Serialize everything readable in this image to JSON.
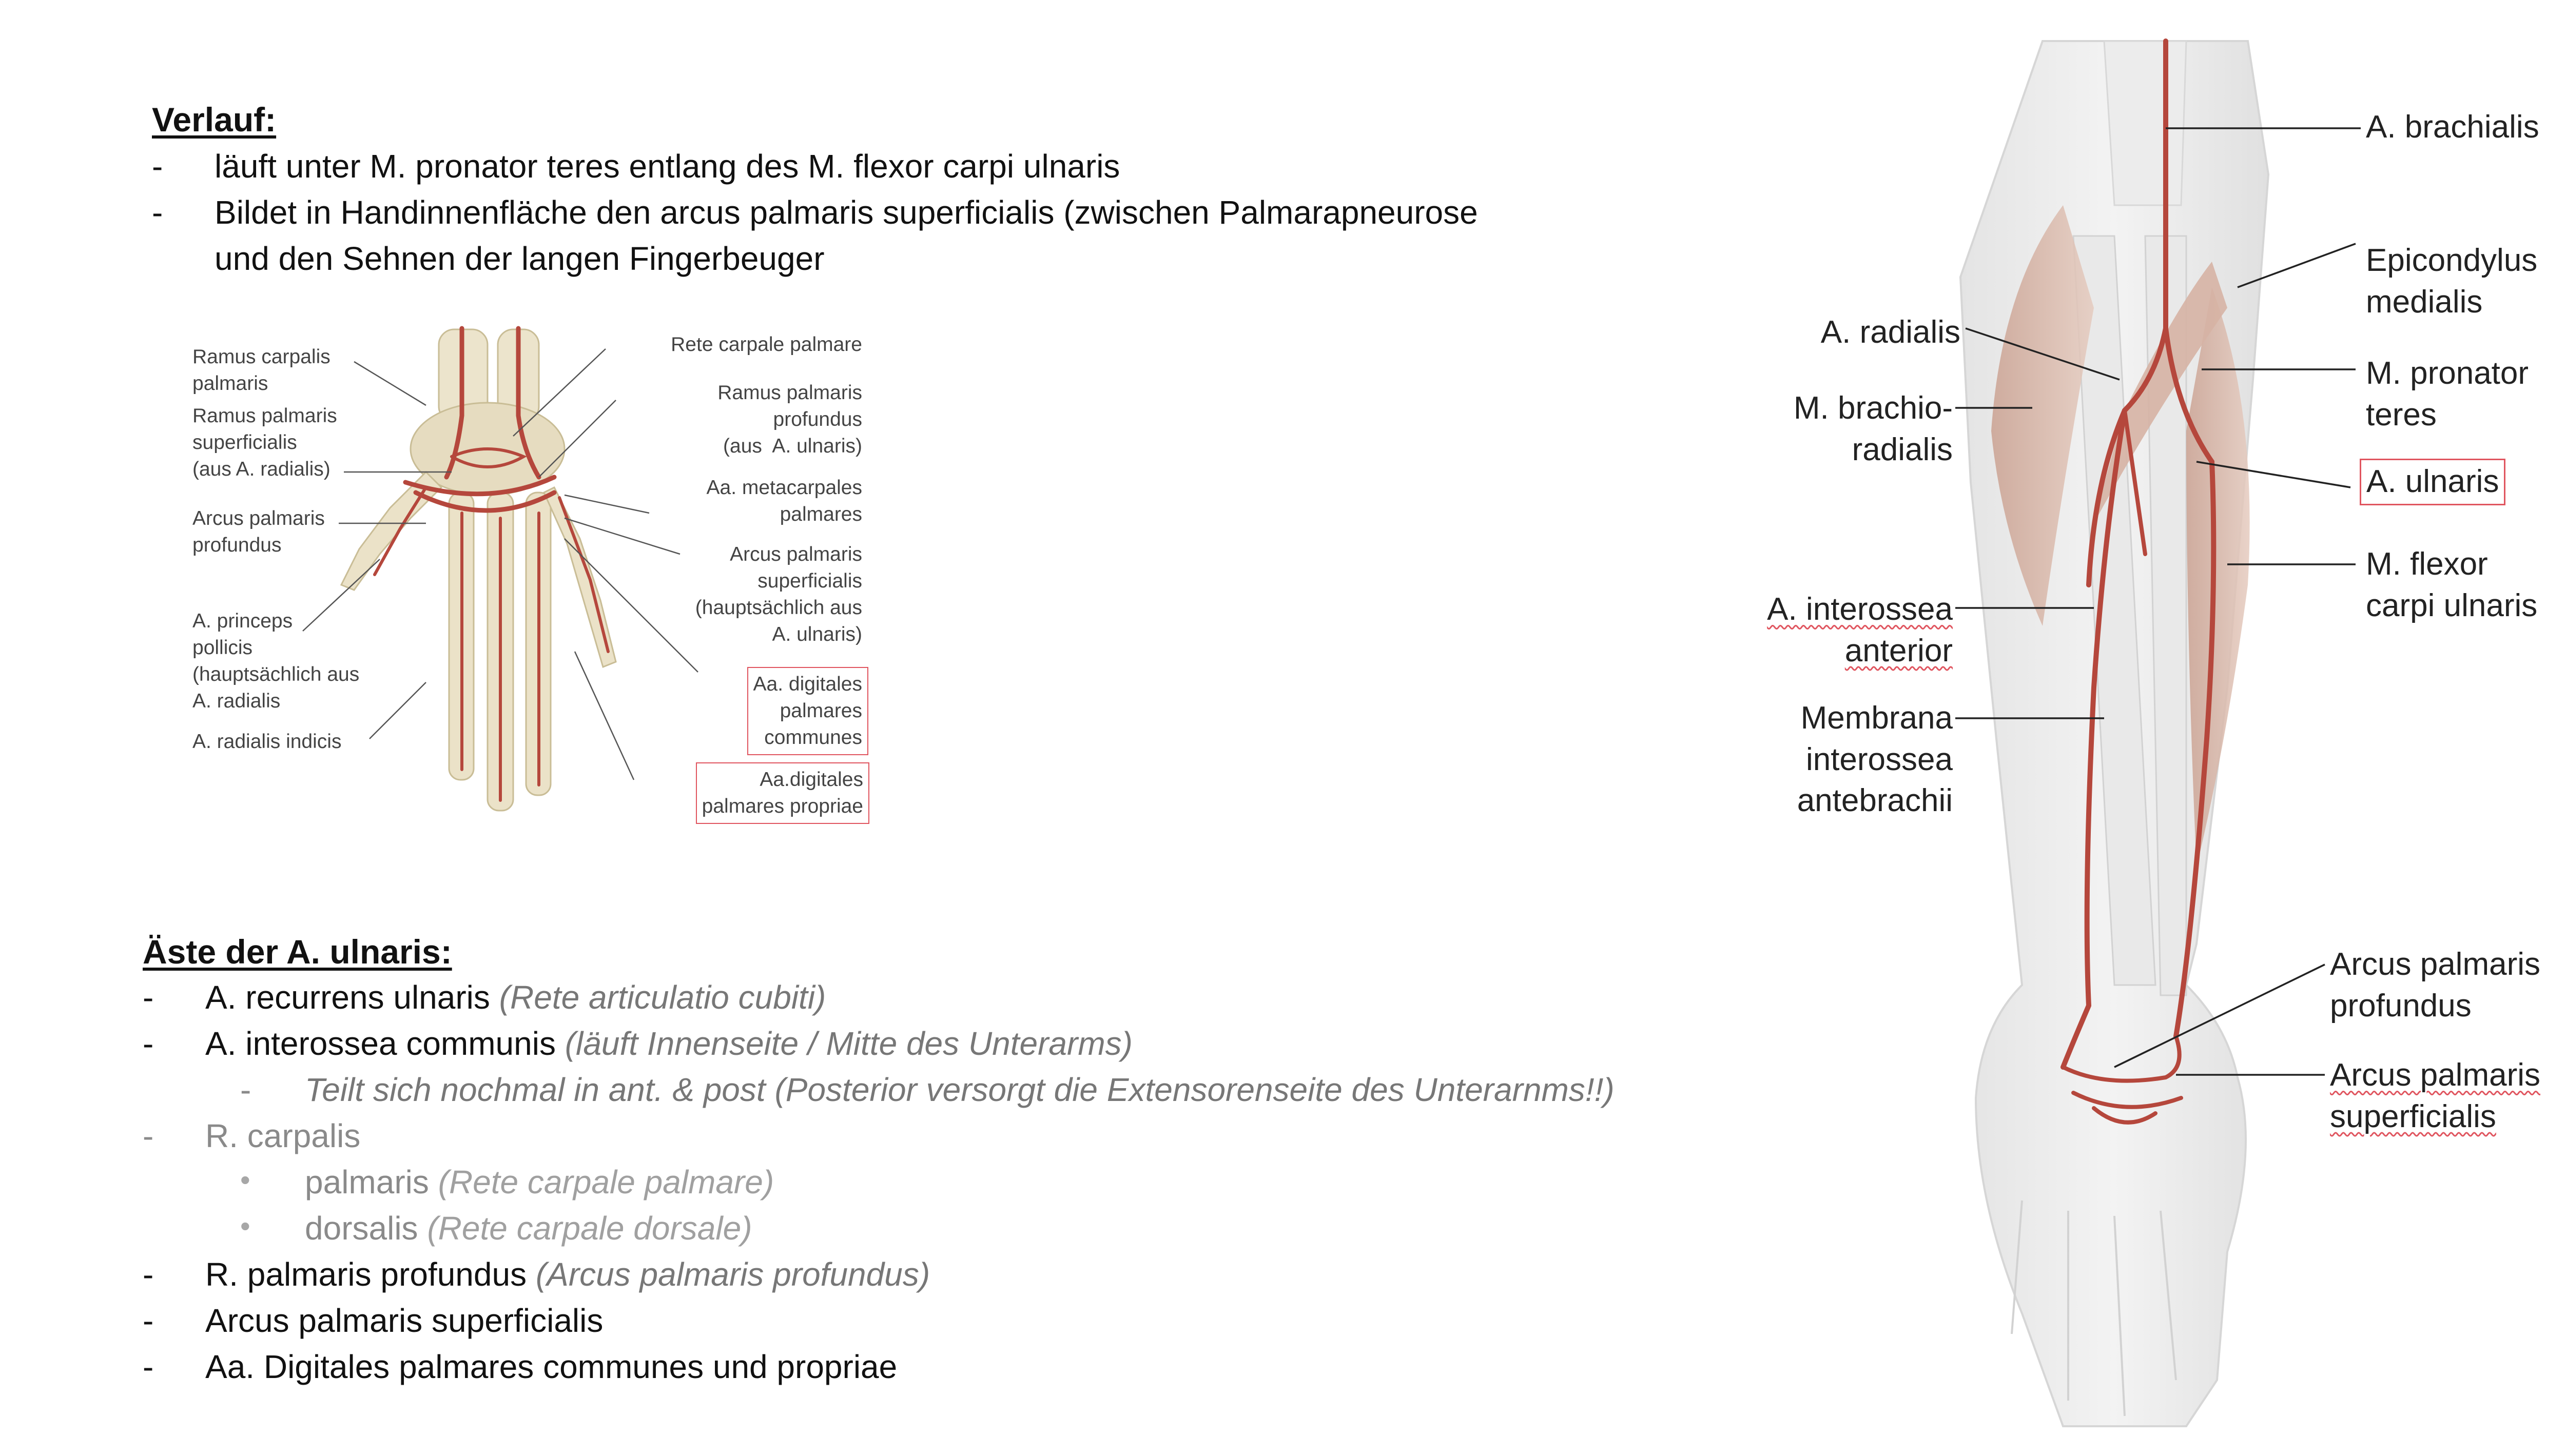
{
  "verlauf": {
    "heading": "Verlauf:",
    "items": [
      "läuft unter M. pronator teres entlang des M. flexor carpi ulnaris",
      "Bildet in Handinnenfläche den arcus palmaris superficialis (zwischen Palmarapneurose",
      "und den Sehnen der langen Fingerbeuger"
    ],
    "dash": "-"
  },
  "hand_diagram": {
    "left_labels": [
      "Ramus carpalis\npalmaris",
      "Ramus palmaris\nsuperficialis\n(aus A. radialis)",
      "Arcus palmaris\nprofundus",
      "A. princeps\npollicis\n(hauptsächlich aus\nA. radialis",
      "A. radialis indicis"
    ],
    "right_labels": [
      "Rete carpale palmare",
      "Ramus palmaris\nprofundus\n(aus  A. ulnaris)",
      "Aa. metacarpales\npalmares",
      "Arcus palmaris\nsuperficialis\n(hauptsächlich aus\nA. ulnaris)",
      "Aa. digitales\npalmares\ncommunes",
      "Aa.digitales\npalmares propriae"
    ]
  },
  "aeste": {
    "heading": "Äste der A. ulnaris:",
    "items": [
      {
        "main": "A. recurrens ulnaris ",
        "note": "(Rete articulatio cubiti)"
      },
      {
        "main": "A. interossea communis ",
        "note": "(läuft Innenseite / Mitte des Unterarms)"
      },
      {
        "main": "",
        "note": "Teilt sich nochmal in ant. & post (Posterior versorgt die Extensorenseite des Unterarnms!!)"
      },
      {
        "main": "R. carpalis",
        "note": ""
      },
      {
        "main": "palmaris ",
        "note": "(Rete carpale palmare)"
      },
      {
        "main": "dorsalis ",
        "note": "(Rete carpale dorsale)"
      },
      {
        "main": "R. palmaris profundus ",
        "note": "(Arcus palmaris profundus)"
      },
      {
        "main": "Arcus palmaris superficialis",
        "note": ""
      },
      {
        "main": "Aa. Digitales palmares communes und propriae",
        "note": ""
      }
    ],
    "dash": "-",
    "bullet": "•"
  },
  "arm_diagram": {
    "right_labels": [
      "A. brachialis",
      "Epicondylus\nmedialis",
      "M. pronator\nteres",
      "A. ulnaris",
      "M. flexor\ncarpi ulnaris",
      "Arcus palmaris\nprofundus",
      "Arcus palmaris\nsuperficialis"
    ],
    "left_labels": [
      "A. radialis",
      "M. brachio-\nradialis",
      "A. interossea\nanterior",
      "Membrana\ninterossea\nantebrachii"
    ]
  },
  "colors": {
    "artery": "#b5473c",
    "annotation_box": "#e0555f",
    "muscle": "#d9b4a6",
    "bone": "#e6dcc0"
  }
}
